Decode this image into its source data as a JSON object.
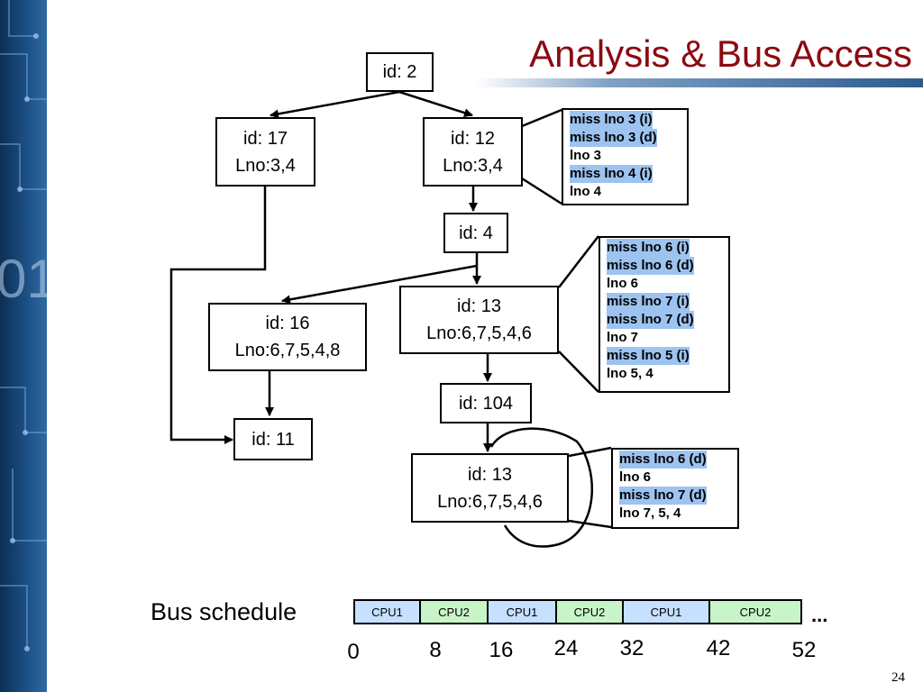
{
  "title": "Analysis & Bus Access",
  "nodes": {
    "n2": {
      "l1": "id: 2"
    },
    "n17": {
      "l1": "id: 17",
      "l2": "Lno:3,4"
    },
    "n12": {
      "l1": "id: 12",
      "l2": "Lno:3,4"
    },
    "n4": {
      "l1": "id: 4"
    },
    "n16": {
      "l1": "id: 16",
      "l2": "Lno:6,7,5,4,8"
    },
    "n13a": {
      "l1": "id: 13",
      "l2": "Lno:6,7,5,4,6"
    },
    "n104": {
      "l1": "id: 104"
    },
    "n11": {
      "l1": "id: 11"
    },
    "n13b": {
      "l1": "id: 13",
      "l2": "Lno:6,7,5,4,6"
    }
  },
  "code_blocks": {
    "b1": [
      "miss lno 3 (i)",
      "miss lno 3 (d)",
      "lno 3",
      "miss lno 4 (i)",
      "lno 4"
    ],
    "b2": [
      "miss lno 6 (i)",
      "miss lno 6 (d)",
      "lno 6",
      "miss lno 7 (i)",
      "miss lno 7 (d)",
      "lno 7",
      "miss lno 5 (i)",
      "lno 5, 4"
    ],
    "b3": [
      "miss lno 6 (d)",
      "lno 6",
      "miss lno 7 (d)",
      "lno 7, 5, 4"
    ]
  },
  "bus": {
    "label": "Bus schedule",
    "ellipsis": "...",
    "segments": [
      {
        "label": "CPU1",
        "color": "#c6e0ff"
      },
      {
        "label": "CPU2",
        "color": "#c8f5c8"
      },
      {
        "label": "CPU1",
        "color": "#c6e0ff"
      },
      {
        "label": "CPU2",
        "color": "#c8f5c8"
      },
      {
        "label": "CPU1",
        "color": "#c6e0ff"
      },
      {
        "label": "CPU2",
        "color": "#c8f5c8"
      }
    ],
    "ticks": [
      "0",
      "8",
      "16",
      "24",
      "32",
      "42",
      "52"
    ]
  },
  "page_number": "24"
}
